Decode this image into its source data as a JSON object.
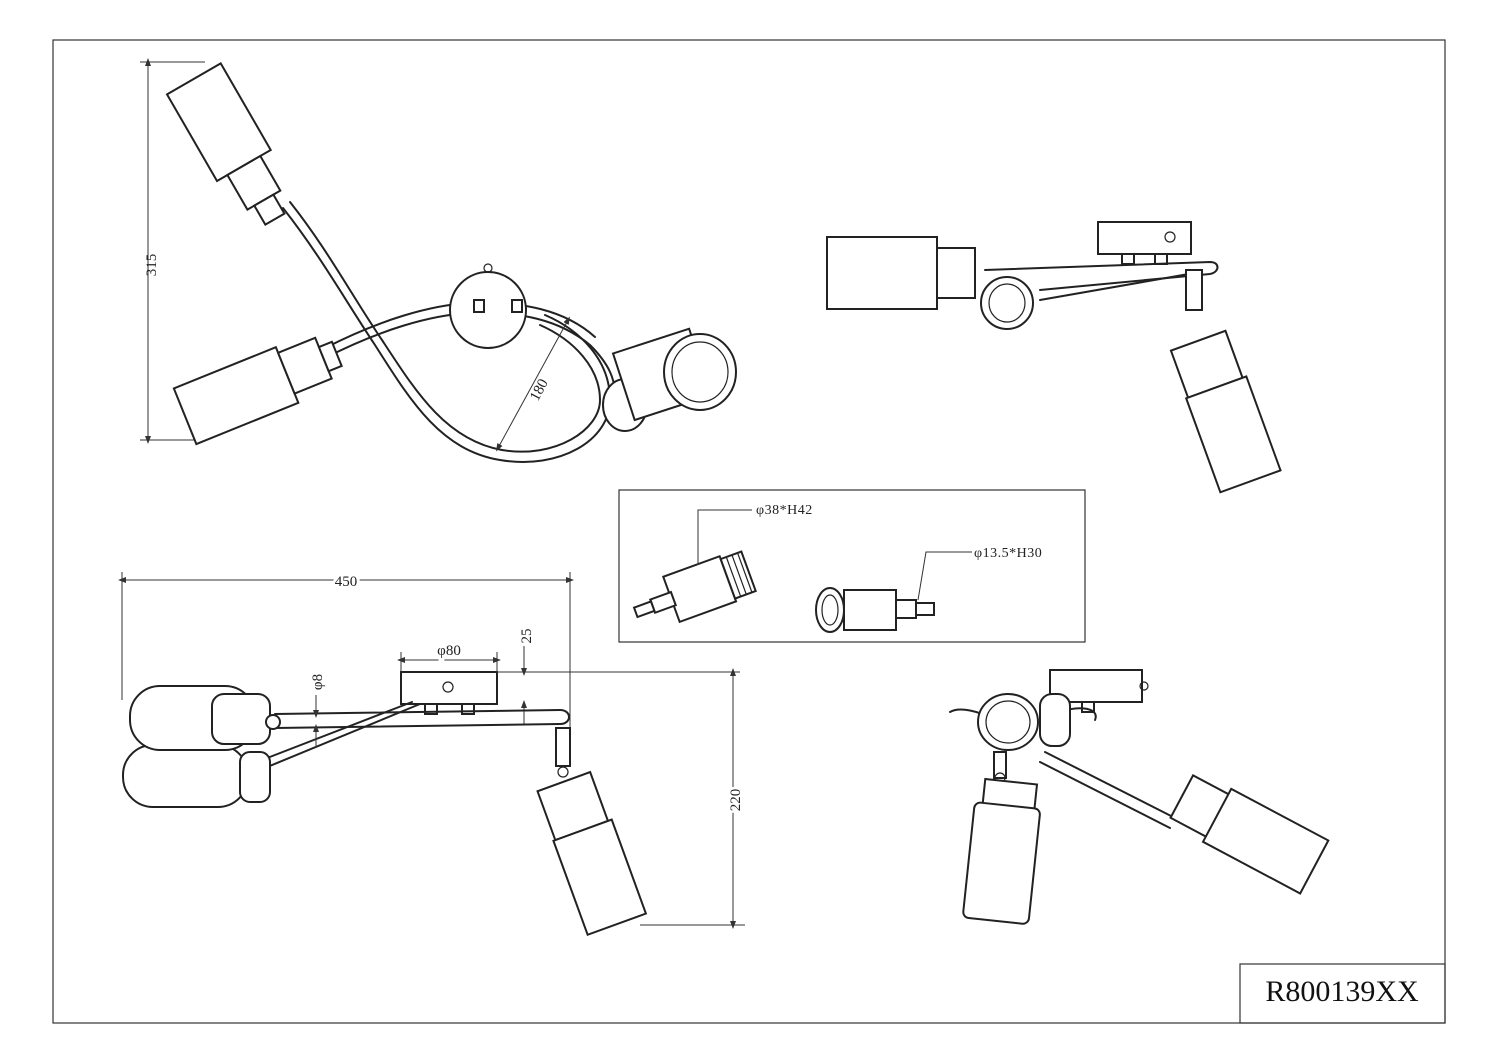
{
  "drawing": {
    "model_code": "R800139XX",
    "top_view": {
      "height_dim": "315",
      "arm_dim": "180"
    },
    "front_view": {
      "width_dim": "450",
      "base_diameter_dim": "φ80",
      "base_height_dim": "25",
      "rod_diameter_dim": "φ8",
      "total_height_dim": "220"
    },
    "detail_box": {
      "holder_large_spec": "φ38*H42",
      "holder_small_spec": "φ13.5*H30"
    }
  }
}
